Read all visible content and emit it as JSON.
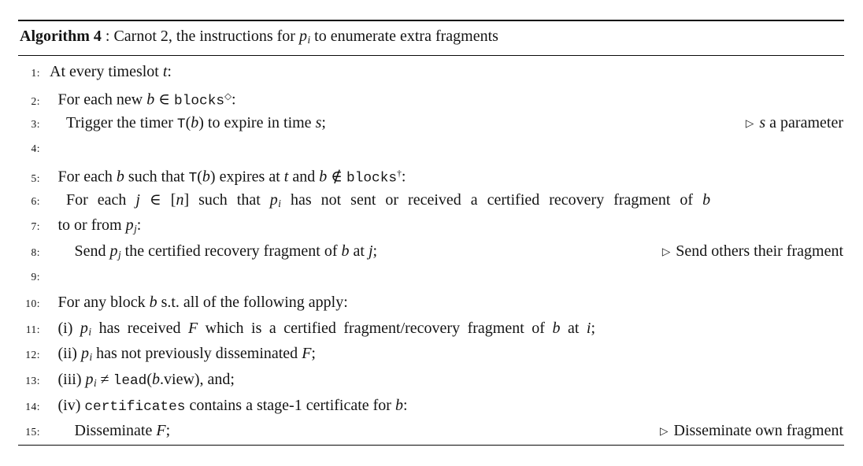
{
  "algorithm": {
    "comment_marker": "▷",
    "title": {
      "segments": [
        {
          "t": "bold",
          "v": "Algorithm 4"
        },
        {
          "t": "text",
          "v": " : Carnot 2, the instructions for "
        },
        {
          "t": "var",
          "v": "p"
        },
        {
          "t": "sub",
          "v": "i"
        },
        {
          "t": "text",
          "v": " to enumerate extra fragments"
        }
      ]
    },
    "lines": [
      {
        "num": "1:",
        "indent": 0,
        "main": [
          {
            "t": "text",
            "v": "At every timeslot "
          },
          {
            "t": "var",
            "v": "t"
          },
          {
            "t": "text",
            "v": ":"
          }
        ],
        "comment": null
      },
      {
        "num": "2:",
        "indent": 1,
        "main": [
          {
            "t": "text",
            "v": "For each new "
          },
          {
            "t": "var",
            "v": "b"
          },
          {
            "t": "text",
            "v": " ∈ "
          },
          {
            "t": "code",
            "v": "blocks"
          },
          {
            "t": "sup",
            "v": "◇"
          },
          {
            "t": "text",
            "v": ":"
          }
        ],
        "comment": null
      },
      {
        "num": "3:",
        "indent": 2,
        "main": [
          {
            "t": "text",
            "v": "Trigger the timer "
          },
          {
            "t": "code",
            "v": "T"
          },
          {
            "t": "text",
            "v": "("
          },
          {
            "t": "var",
            "v": "b"
          },
          {
            "t": "text",
            "v": ") to expire in time "
          },
          {
            "t": "var",
            "v": "s"
          },
          {
            "t": "text",
            "v": ";"
          }
        ],
        "comment": [
          {
            "t": "var",
            "v": "s"
          },
          {
            "t": "text",
            "v": " a parameter"
          }
        ]
      },
      {
        "num": "4:",
        "indent": 0,
        "main": [],
        "comment": null
      },
      {
        "num": "5:",
        "indent": 1,
        "main": [
          {
            "t": "text",
            "v": "For each "
          },
          {
            "t": "var",
            "v": "b"
          },
          {
            "t": "text",
            "v": " such that "
          },
          {
            "t": "code",
            "v": "T"
          },
          {
            "t": "text",
            "v": "("
          },
          {
            "t": "var",
            "v": "b"
          },
          {
            "t": "text",
            "v": ") expires at "
          },
          {
            "t": "var",
            "v": "t"
          },
          {
            "t": "text",
            "v": " and "
          },
          {
            "t": "var",
            "v": "b"
          },
          {
            "t": "text",
            "v": " ∉ "
          },
          {
            "t": "code",
            "v": "blocks"
          },
          {
            "t": "sup",
            "v": "†"
          },
          {
            "t": "text",
            "v": ":"
          }
        ],
        "comment": null
      },
      {
        "num": "6:",
        "indent": 2,
        "main": [
          {
            "t": "text",
            "v": "For each "
          },
          {
            "t": "var",
            "v": "j"
          },
          {
            "t": "text",
            "v": " ∈ ["
          },
          {
            "t": "var",
            "v": "n"
          },
          {
            "t": "text",
            "v": "] such that "
          },
          {
            "t": "var",
            "v": "p"
          },
          {
            "t": "sub",
            "v": "i"
          },
          {
            "t": "text",
            "v": " has not sent or received a certified recovery fragment of "
          },
          {
            "t": "var",
            "v": "b"
          }
        ],
        "comment": null
      },
      {
        "num": "7:",
        "indent": 1,
        "main": [
          {
            "t": "text",
            "v": "to or from "
          },
          {
            "t": "var",
            "v": "p"
          },
          {
            "t": "sub",
            "v": "j"
          },
          {
            "t": "text",
            "v": ":"
          }
        ],
        "comment": null
      },
      {
        "num": "8:",
        "indent": 3,
        "main": [
          {
            "t": "text",
            "v": "Send "
          },
          {
            "t": "var",
            "v": "p"
          },
          {
            "t": "sub",
            "v": "j"
          },
          {
            "t": "text",
            "v": " the certified recovery fragment of "
          },
          {
            "t": "var",
            "v": "b"
          },
          {
            "t": "text",
            "v": " at "
          },
          {
            "t": "var",
            "v": "j"
          },
          {
            "t": "text",
            "v": ";"
          }
        ],
        "comment": [
          {
            "t": "text",
            "v": "Send others their fragment"
          }
        ]
      },
      {
        "num": "9:",
        "indent": 0,
        "main": [],
        "comment": null
      },
      {
        "num": "10:",
        "indent": 1,
        "main": [
          {
            "t": "text",
            "v": "For any block "
          },
          {
            "t": "var",
            "v": "b"
          },
          {
            "t": "text",
            "v": " s.t. all of the following apply:"
          }
        ],
        "comment": null
      },
      {
        "num": "11:",
        "indent": 1,
        "main": [
          {
            "t": "text",
            "v": "(i) "
          },
          {
            "t": "var",
            "v": "p"
          },
          {
            "t": "sub",
            "v": "i"
          },
          {
            "t": "text",
            "v": " has received "
          },
          {
            "t": "var",
            "v": "F"
          },
          {
            "t": "text",
            "v": " which is a certified fragment/recovery fragment of "
          },
          {
            "t": "var",
            "v": "b"
          },
          {
            "t": "text",
            "v": " at "
          },
          {
            "t": "var",
            "v": "i"
          },
          {
            "t": "text",
            "v": ";"
          }
        ],
        "comment": null
      },
      {
        "num": "12:",
        "indent": 1,
        "main": [
          {
            "t": "text",
            "v": "(ii) "
          },
          {
            "t": "var",
            "v": "p"
          },
          {
            "t": "sub",
            "v": "i"
          },
          {
            "t": "text",
            "v": " has not previously disseminated "
          },
          {
            "t": "var",
            "v": "F"
          },
          {
            "t": "text",
            "v": ";"
          }
        ],
        "comment": null
      },
      {
        "num": "13:",
        "indent": 1,
        "main": [
          {
            "t": "text",
            "v": "(iii) "
          },
          {
            "t": "var",
            "v": "p"
          },
          {
            "t": "sub",
            "v": "i"
          },
          {
            "t": "text",
            "v": " ≠ "
          },
          {
            "t": "code",
            "v": "lead"
          },
          {
            "t": "text",
            "v": "("
          },
          {
            "t": "var",
            "v": "b"
          },
          {
            "t": "text",
            "v": ".view), and;"
          }
        ],
        "comment": null
      },
      {
        "num": "14:",
        "indent": 1,
        "main": [
          {
            "t": "text",
            "v": "(iv) "
          },
          {
            "t": "code",
            "v": "certificates"
          },
          {
            "t": "text",
            "v": " contains a stage-1 certificate for "
          },
          {
            "t": "var",
            "v": "b"
          },
          {
            "t": "text",
            "v": ":"
          }
        ],
        "comment": null
      },
      {
        "num": "15:",
        "indent": 3,
        "main": [
          {
            "t": "text",
            "v": "Disseminate "
          },
          {
            "t": "var",
            "v": "F"
          },
          {
            "t": "text",
            "v": ";"
          }
        ],
        "comment": [
          {
            "t": "text",
            "v": "Disseminate own fragment"
          }
        ]
      }
    ]
  }
}
